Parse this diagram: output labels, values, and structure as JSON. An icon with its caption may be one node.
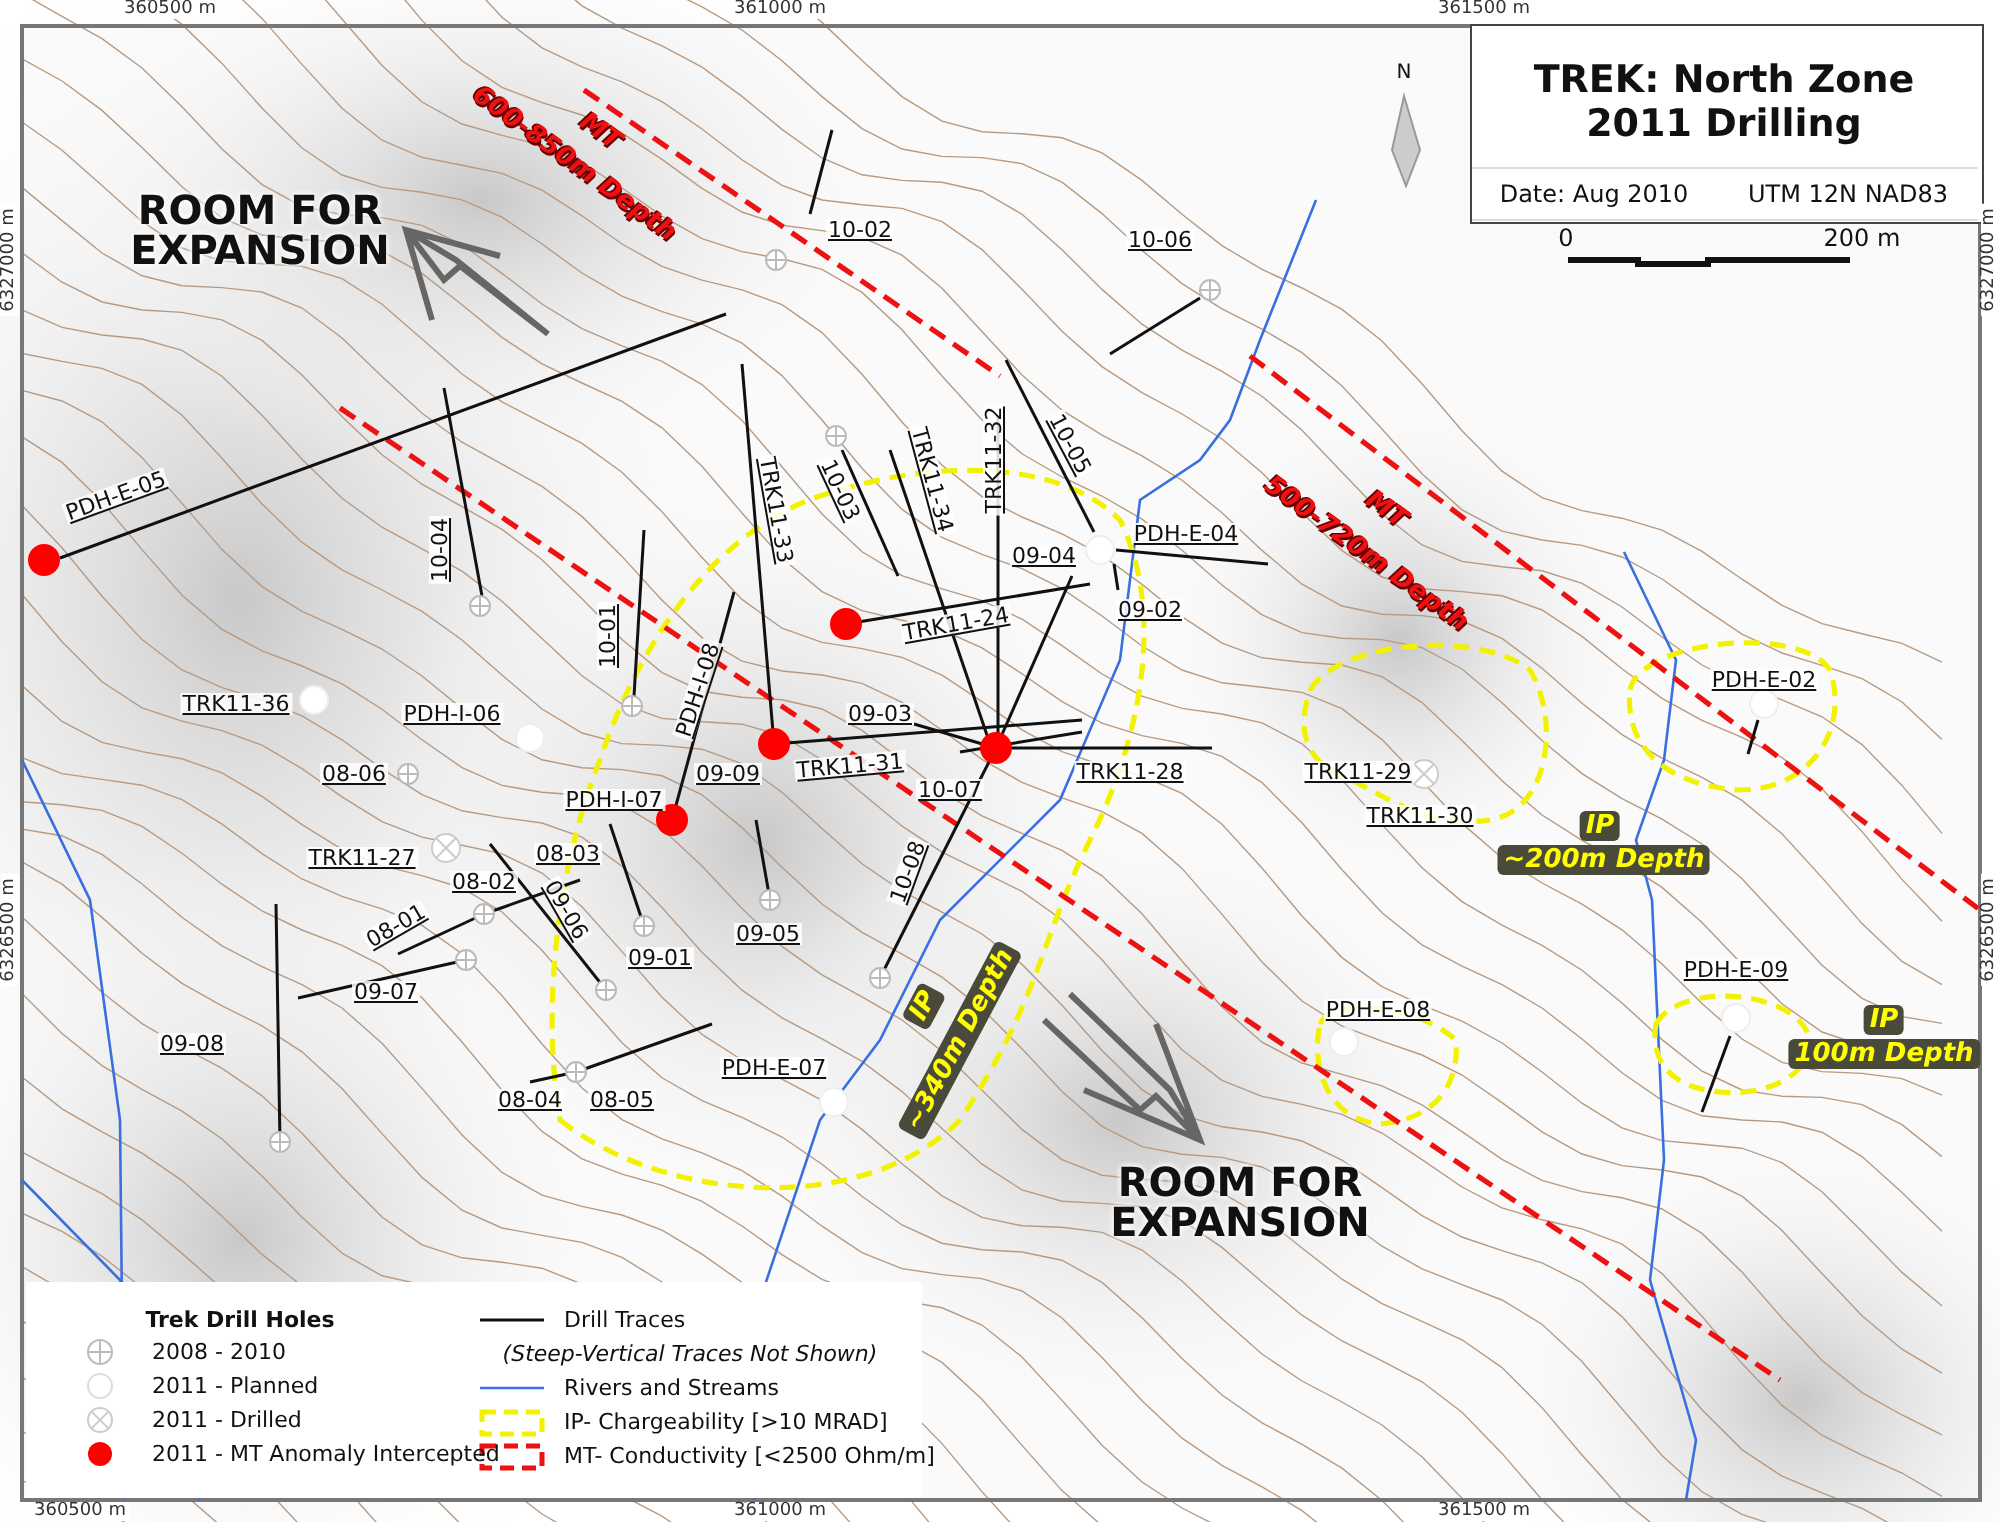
{
  "diagram": {
    "title": "TREK: North Zone 2011 Drilling",
    "labels": [
      "360500 m",
      "361000 m",
      "361500 m",
      "N",
      "Date: Aug 2010",
      "UTM 12N NAD83",
      "0",
      "200 m",
      "MT",
      "600-850m Depth",
      "ROOM FOR EXPANSION",
      "10-02",
      "10-06",
      "6327000 m",
      "6327000 m",
      "PDH-E-05",
      "10-04",
      "TRK11-33",
      "10-03",
      "TRK11-34",
      "TRK11-32",
      "10-05",
      "MT",
      "500-720m Depth",
      "PDH-E-04",
      "09-04",
      "09-02",
      "TRK11-24",
      "10-01",
      "PDH-I-08",
      "TRK11-36",
      "PDH-I-06",
      "PDH-E-02",
      "09-03",
      "08-06",
      "09-09",
      "TRK11-31",
      "TRK11-28",
      "TRK11-29",
      "PDH-I-07",
      "10-07",
      "TRK11-30",
      "IP",
      "~200m Depth",
      "TRK11-27",
      "08-03",
      "08-02",
      "09-06",
      "10-08",
      "08-01",
      "6326500 m",
      "6326500 m",
      "09-05",
      "09-01",
      "09-07",
      "PDH-E-09",
      "IP",
      "100m Depth",
      "IP",
      "~340m Depth",
      "09-08",
      "PDH-E-08",
      "PDH-E-07",
      "08-04",
      "08-05",
      "ROOM FOR EXPANSION",
      "Trek Drill Holes",
      "(Steep-Vertical Traces Not Shown)",
      "360500 m",
      "361000 m",
      "361500 m"
    ],
    "legend": [
      {
        "text": "2008 - 2010"
      },
      {
        "text": "2011 - Planned"
      },
      {
        "text": "2011 - Drilled"
      },
      {
        "text": "2011 - MT Anomaly Intercepted"
      },
      {
        "text": "Drill Traces"
      },
      {
        "text": "Rivers and Streams"
      },
      {
        "text": "IP- Chargeability [>10 MRAD]"
      },
      {
        "text": "MT- Conductivity [<2500 Ohm/m]"
      }
    ]
  }
}
